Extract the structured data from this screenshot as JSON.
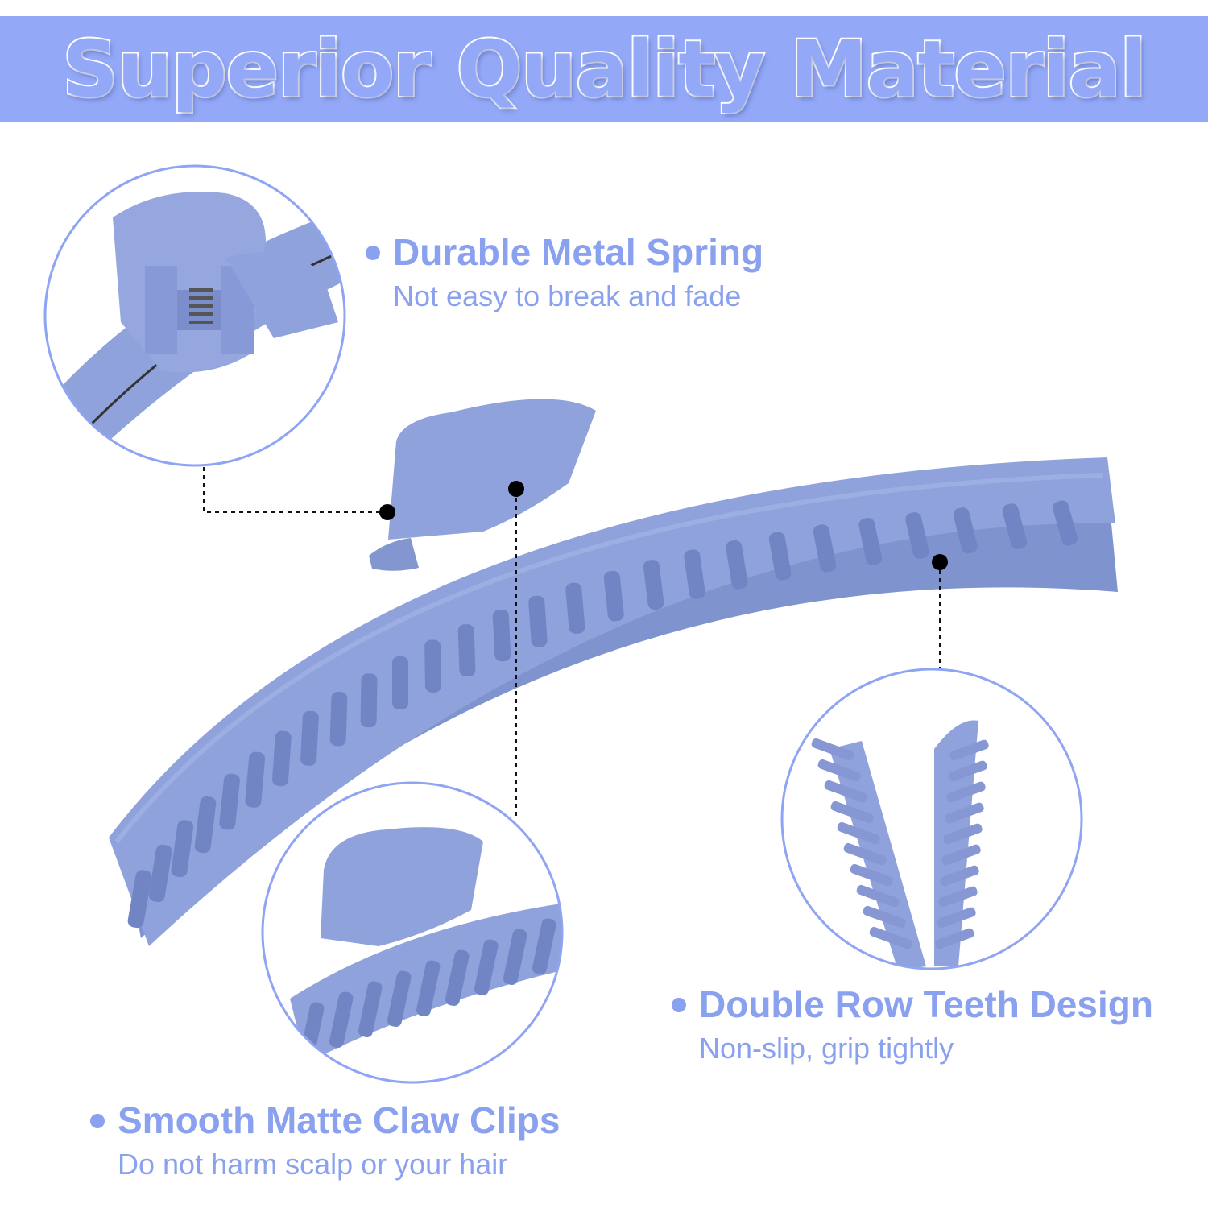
{
  "banner": {
    "title": "Superior Quality Material"
  },
  "features": [
    {
      "title": "Durable Metal Spring",
      "subtitle": "Not easy to break and fade"
    },
    {
      "title": "Double Row Teeth Design",
      "subtitle": "Non-slip, grip tightly"
    },
    {
      "title": "Smooth Matte Claw Clips",
      "subtitle": "Do not harm scalp or your hair"
    }
  ],
  "colors": {
    "banner": "#93a9f7",
    "accent_text": "#8aa1ef",
    "product": "#8fa2dc",
    "product_shadow": "#7488c6",
    "circle_border": "#8fa4f2"
  }
}
